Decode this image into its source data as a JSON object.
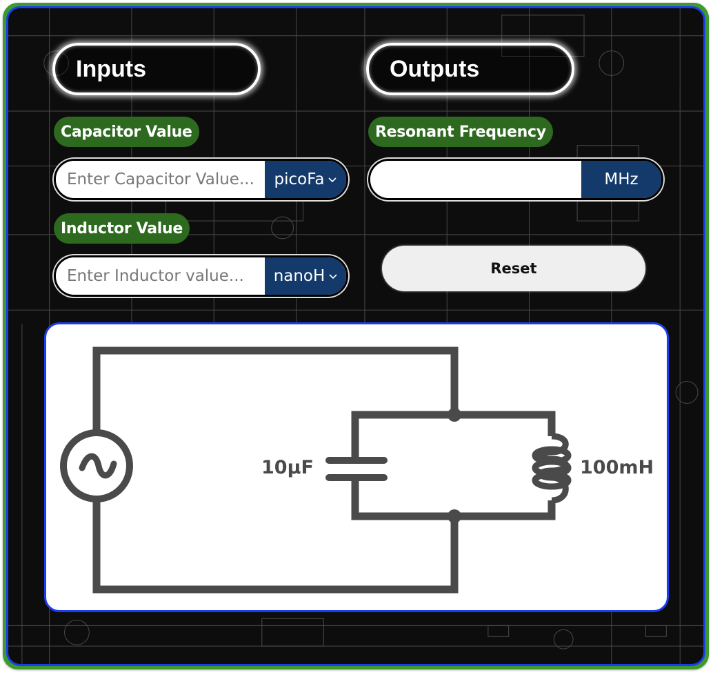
{
  "colors": {
    "frame_green": "#3e9a2c",
    "frame_blue": "#1d3cf0",
    "label_green": "#2d6a1f",
    "unit_navy": "#133a6b",
    "wire_gray": "#4a4a4a"
  },
  "inputs_section": {
    "title": "Inputs",
    "capacitor": {
      "label": "Capacitor Value",
      "value": "",
      "placeholder": "Enter Capacitor Value...",
      "unit_selected": "picoFa",
      "unit_icon": "chevron-down-icon"
    },
    "inductor": {
      "label": "Inductor Value",
      "value": "",
      "placeholder": "Enter Inductor value...",
      "unit_selected": "nanoH",
      "unit_icon": "chevron-down-icon"
    }
  },
  "outputs_section": {
    "title": "Outputs",
    "resonant_frequency": {
      "label": "Resonant Frequency",
      "value": "",
      "unit": "MHz"
    },
    "reset_label": "Reset"
  },
  "circuit_diagram": {
    "source_icon": "ac-source-icon",
    "capacitor_label": "10µF",
    "inductor_label": "100mH"
  }
}
